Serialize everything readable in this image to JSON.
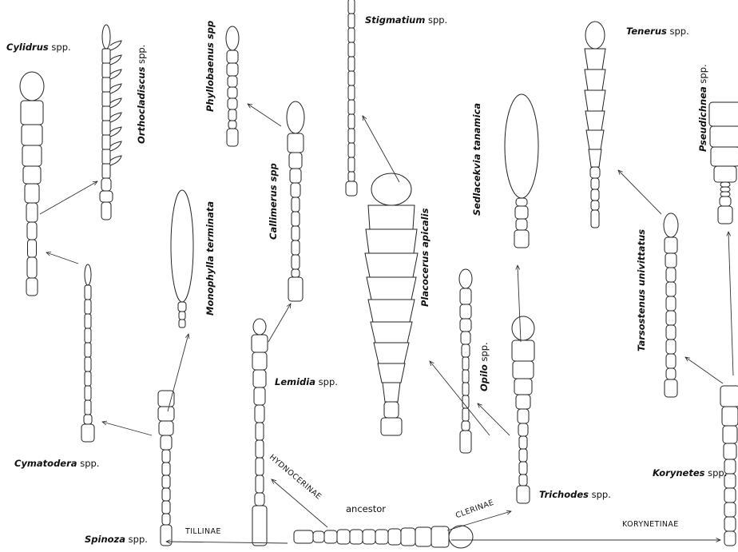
{
  "root": {
    "label": "ancestor"
  },
  "subfamilies": {
    "tillinae": "TILLINAE",
    "hydnocerinae": "HYDNOCERINAE",
    "clerinae": "CLERINAE",
    "korynetinae": "KORYNETINAE"
  },
  "taxa": {
    "cylidrus": {
      "genus": "Cylidrus",
      "suffix": " spp."
    },
    "orthocladiscus": {
      "genus": "Orthocladiscus",
      "suffix": " spp."
    },
    "phyllobaenus": {
      "genus": "Phyllobaenus spp",
      "suffix": ""
    },
    "stigmatium": {
      "genus": "Stigmatium",
      "suffix": " spp."
    },
    "tenerus": {
      "genus": "Tenerus",
      "suffix": " spp."
    },
    "pseudichnea": {
      "genus": "Pseudichnea",
      "suffix": " spp."
    },
    "sedlacekvia": {
      "genus": "Sedlacekvia tanamica",
      "suffix": ""
    },
    "callimerus": {
      "genus": "Callimerus spp",
      "suffix": ""
    },
    "monophylla": {
      "genus": "Monophylla terminata",
      "suffix": ""
    },
    "placocerus": {
      "genus": "Placocerus apicalis",
      "suffix": ""
    },
    "opilo": {
      "genus": "Opilo",
      "suffix": " spp."
    },
    "tarsostenus": {
      "genus": "Tarsostenus univittatus",
      "suffix": ""
    },
    "lemidia": {
      "genus": "Lemidia",
      "suffix": " spp."
    },
    "cymatodera": {
      "genus": "Cymatodera",
      "suffix": " spp."
    },
    "korynetes": {
      "genus": "Korynetes",
      "suffix": " spp."
    },
    "trichodes": {
      "genus": "Trichodes",
      "suffix": " spp."
    },
    "spinoza": {
      "genus": "Spinoza",
      "suffix": " spp."
    }
  }
}
